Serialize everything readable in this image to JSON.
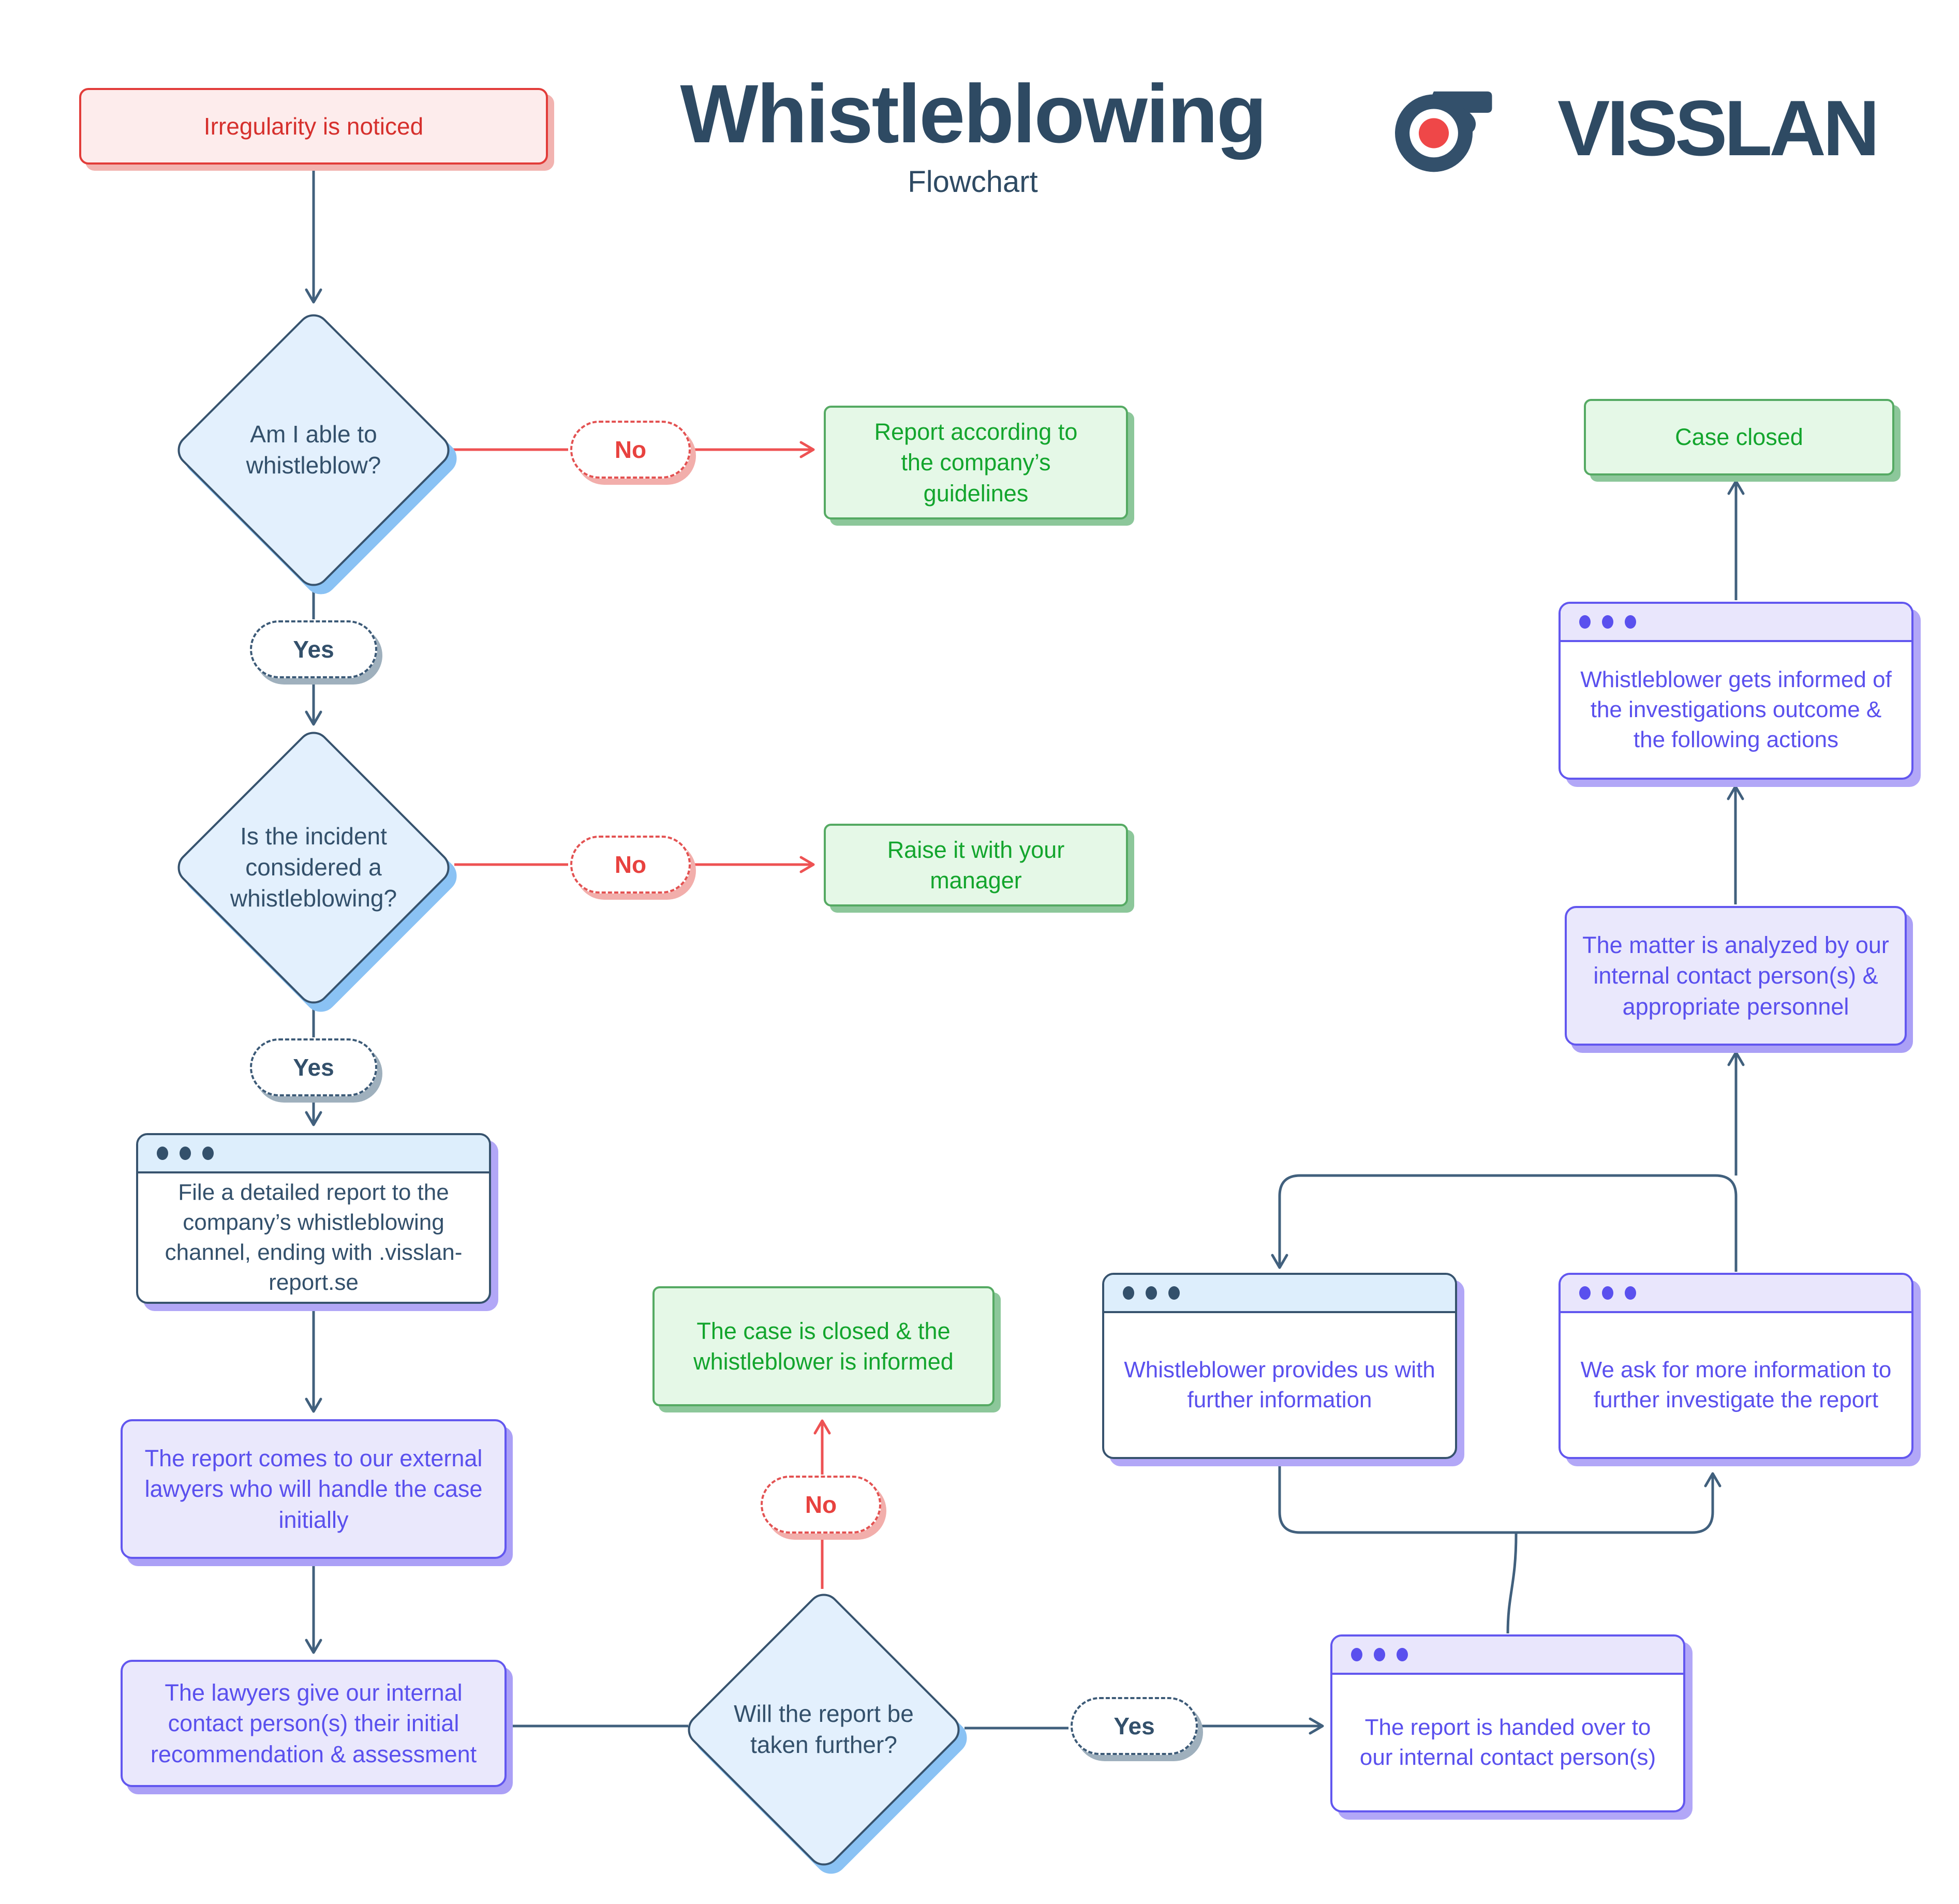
{
  "header": {
    "title": "Whistleblowing",
    "subtitle": "Flowchart",
    "brand": "VISSLAN"
  },
  "colors": {
    "navy": "#2e4a63",
    "red": "#e8423f",
    "green": "#13a52d",
    "purple": "#5a50ee",
    "diamond_fill": "#e3f0fd",
    "logo_red": "#ef4748"
  },
  "nodes": {
    "start": {
      "text": "Irregularity is noticed"
    },
    "d1": {
      "text": "Am I able to whistleblow?"
    },
    "no1": {
      "label": "No"
    },
    "g1": {
      "text": "Report according to the company’s guidelines"
    },
    "yes1": {
      "label": "Yes"
    },
    "d2": {
      "text": "Is the incident considered a whistleblowing?"
    },
    "no2": {
      "label": "No"
    },
    "g2": {
      "text": "Raise it with your manager"
    },
    "yes2": {
      "label": "Yes"
    },
    "b1": {
      "text": "File a detailed report to the company’s whistleblowing channel, ending with .visslan-report.se"
    },
    "p1": {
      "text": "The report comes to our external lawyers who will handle the case initially"
    },
    "p2": {
      "text": "The lawyers give our internal contact person(s) their initial recommendation & assessment"
    },
    "d3": {
      "text": "Will the report be taken further?"
    },
    "no3": {
      "label": "No"
    },
    "g3": {
      "text": "The case is closed & the whistleblower is informed"
    },
    "yes3": {
      "label": "Yes"
    },
    "b2": {
      "text": "The report is handed over to our internal contact person(s)"
    },
    "b3": {
      "text": "Whistleblower provides us with further information"
    },
    "b4": {
      "text": "We ask for more information to further investigate the report"
    },
    "p3": {
      "text": "The matter is analyzed by our internal contact person(s) & appropriate personnel"
    },
    "p4": {
      "text": "Whistleblower gets informed of the investigations outcome & the following actions"
    },
    "g4": {
      "text": "Case closed"
    }
  }
}
